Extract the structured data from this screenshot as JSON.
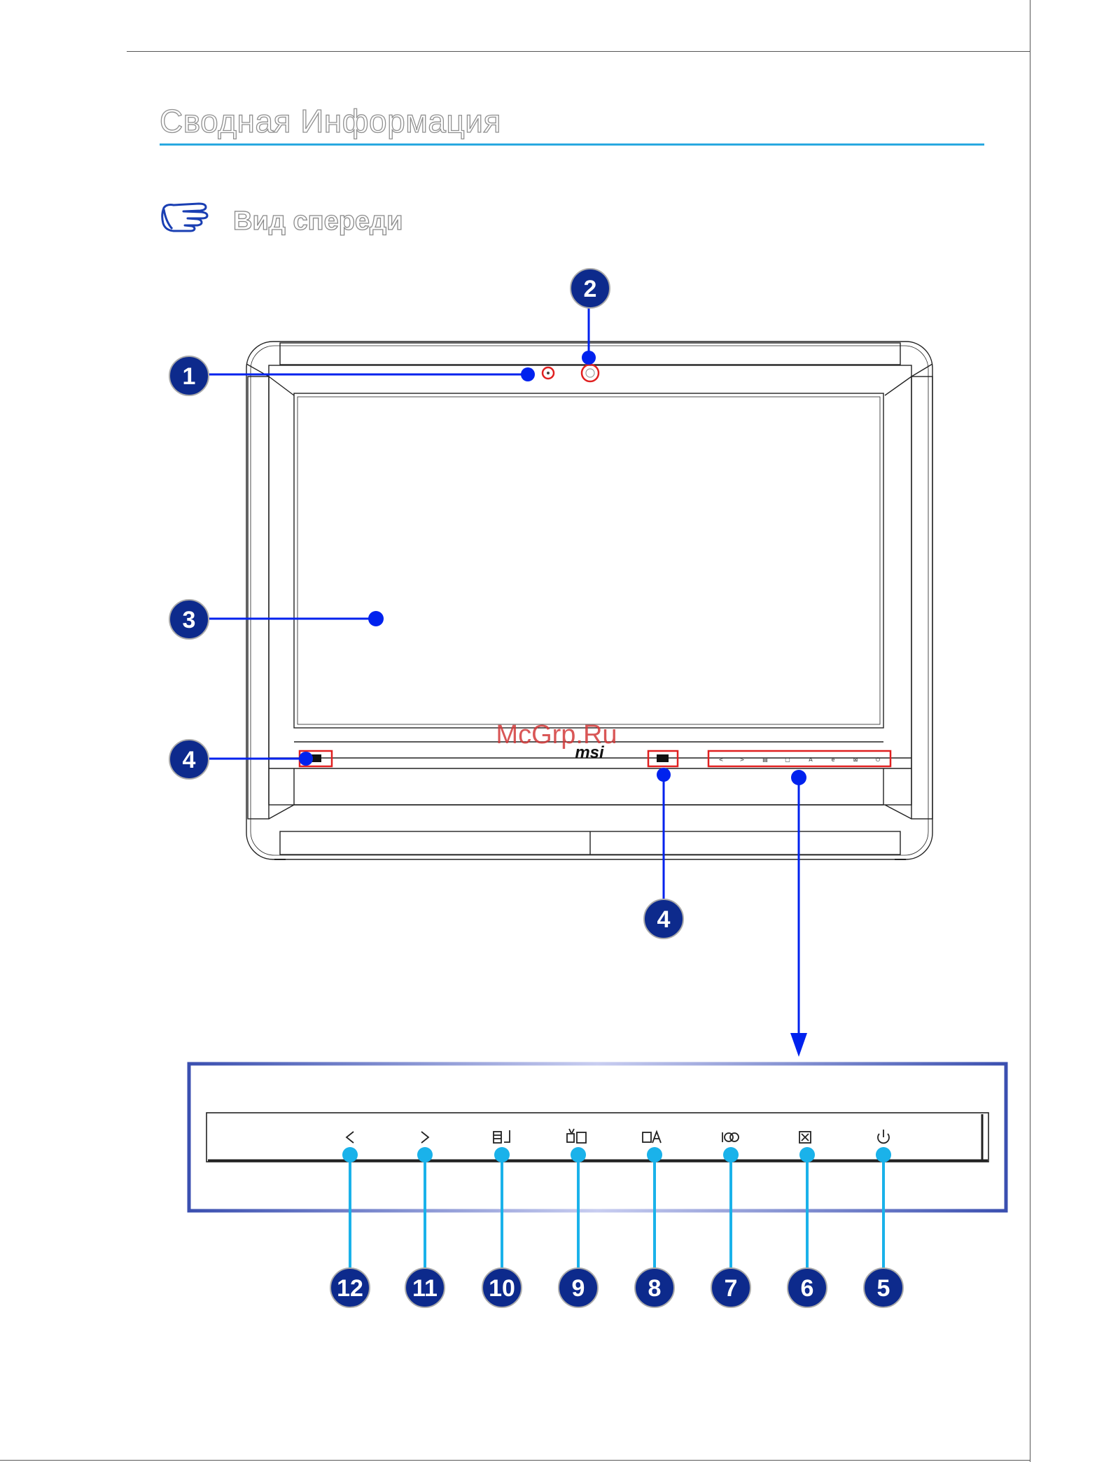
{
  "page": {
    "title": "Сводная Информация",
    "section": "Вид спереди"
  },
  "device": {
    "brand_logo": "msi",
    "watermark": "McGrp.Ru"
  },
  "callouts": {
    "top": [
      "1",
      "2",
      "3",
      "4",
      "4"
    ],
    "panel": [
      "12",
      "11",
      "10",
      "9",
      "8",
      "7",
      "6",
      "5"
    ]
  },
  "icons": {
    "hand": "pointing-hand-icon",
    "panel_buttons": [
      "chevron-left-icon",
      "chevron-right-icon",
      "menu-enter-icon",
      "tv-input-icon",
      "screen-auto-icon",
      "eco-mode-icon",
      "display-off-icon",
      "power-icon"
    ]
  },
  "colors": {
    "accent_rule": "#29a9e0",
    "callout_fill": "#0d2a8c",
    "leader_top": "#0022ee",
    "leader_panel": "#1ab2ea",
    "highlight_box": "#e02020",
    "panel_border": "#3a4fb0"
  }
}
